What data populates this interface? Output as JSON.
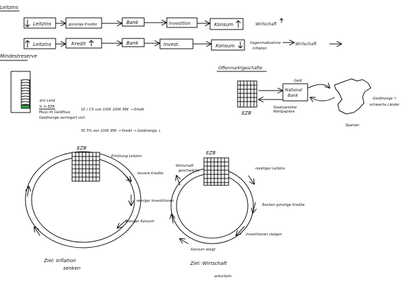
{
  "colors": {
    "ink": "#111111",
    "marker_green": "#2e9e3e",
    "paper": "#ffffff"
  },
  "top": {
    "heading": "Leitzins",
    "row1": {
      "boxes": [
        "Leitzins",
        "günstige Kredite",
        "Bank",
        "Investition",
        "Konsum"
      ],
      "arrows": [
        "down",
        "",
        "",
        "",
        "up"
      ],
      "result": "Wirtschaft"
    },
    "row2": {
      "boxes": [
        "Leitzins",
        "Kredit",
        "Bank",
        "Invest.",
        "Konsum"
      ],
      "arrows": [
        "up",
        "up",
        "",
        "",
        "down"
      ],
      "result_line1": "Gegenmaßnahme",
      "result_line2": "Inflation",
      "result_tail": "Wirtschaft"
    }
  },
  "mindestreserve": {
    "heading": "Mindestreserve",
    "notes": [
      "pro Land",
      "% in EZB",
      "Muss im Geldfluss",
      "Geldmenge verringert sich"
    ],
    "example1": "1€ / 1% von 100€   100€   99€ → Kredit",
    "example2": "5€  5% von 100€   95€ → Kredit → Geldmenge ↓"
  },
  "offenmarkt": {
    "heading": "Offenmarktgeschäfte",
    "bank_line1": "National",
    "bank_line2": "Bank",
    "geld": "Geld",
    "ezb": "EZB",
    "wertpapiere_line1": "Staatsanleihe",
    "wertpapiere_line2": "Wertpapiere",
    "country": "Spanien",
    "note_line1": "Geldmenge ↑",
    "note_line2": "schwache Länder"
  },
  "cycle_left": {
    "ezb": "EZB",
    "labels": [
      "Erhöhung Leitzins",
      "teurere Kredite",
      "weniger Investitionen",
      "weniger Konsum"
    ],
    "goal_line1": "Ziel: Inflation",
    "goal_line2": "senken"
  },
  "cycle_right": {
    "ezb": "EZB",
    "top_note_line1": "Wirtschaft",
    "top_note_line2": "geschwächt",
    "labels": [
      "niedriger Leitzins",
      "Banken günstige Kredite",
      "Investitionen steigen",
      "Konsum steigt"
    ],
    "goal_line1": "Ziel: Wirtschaft",
    "goal_line2": "ankurbeln"
  }
}
